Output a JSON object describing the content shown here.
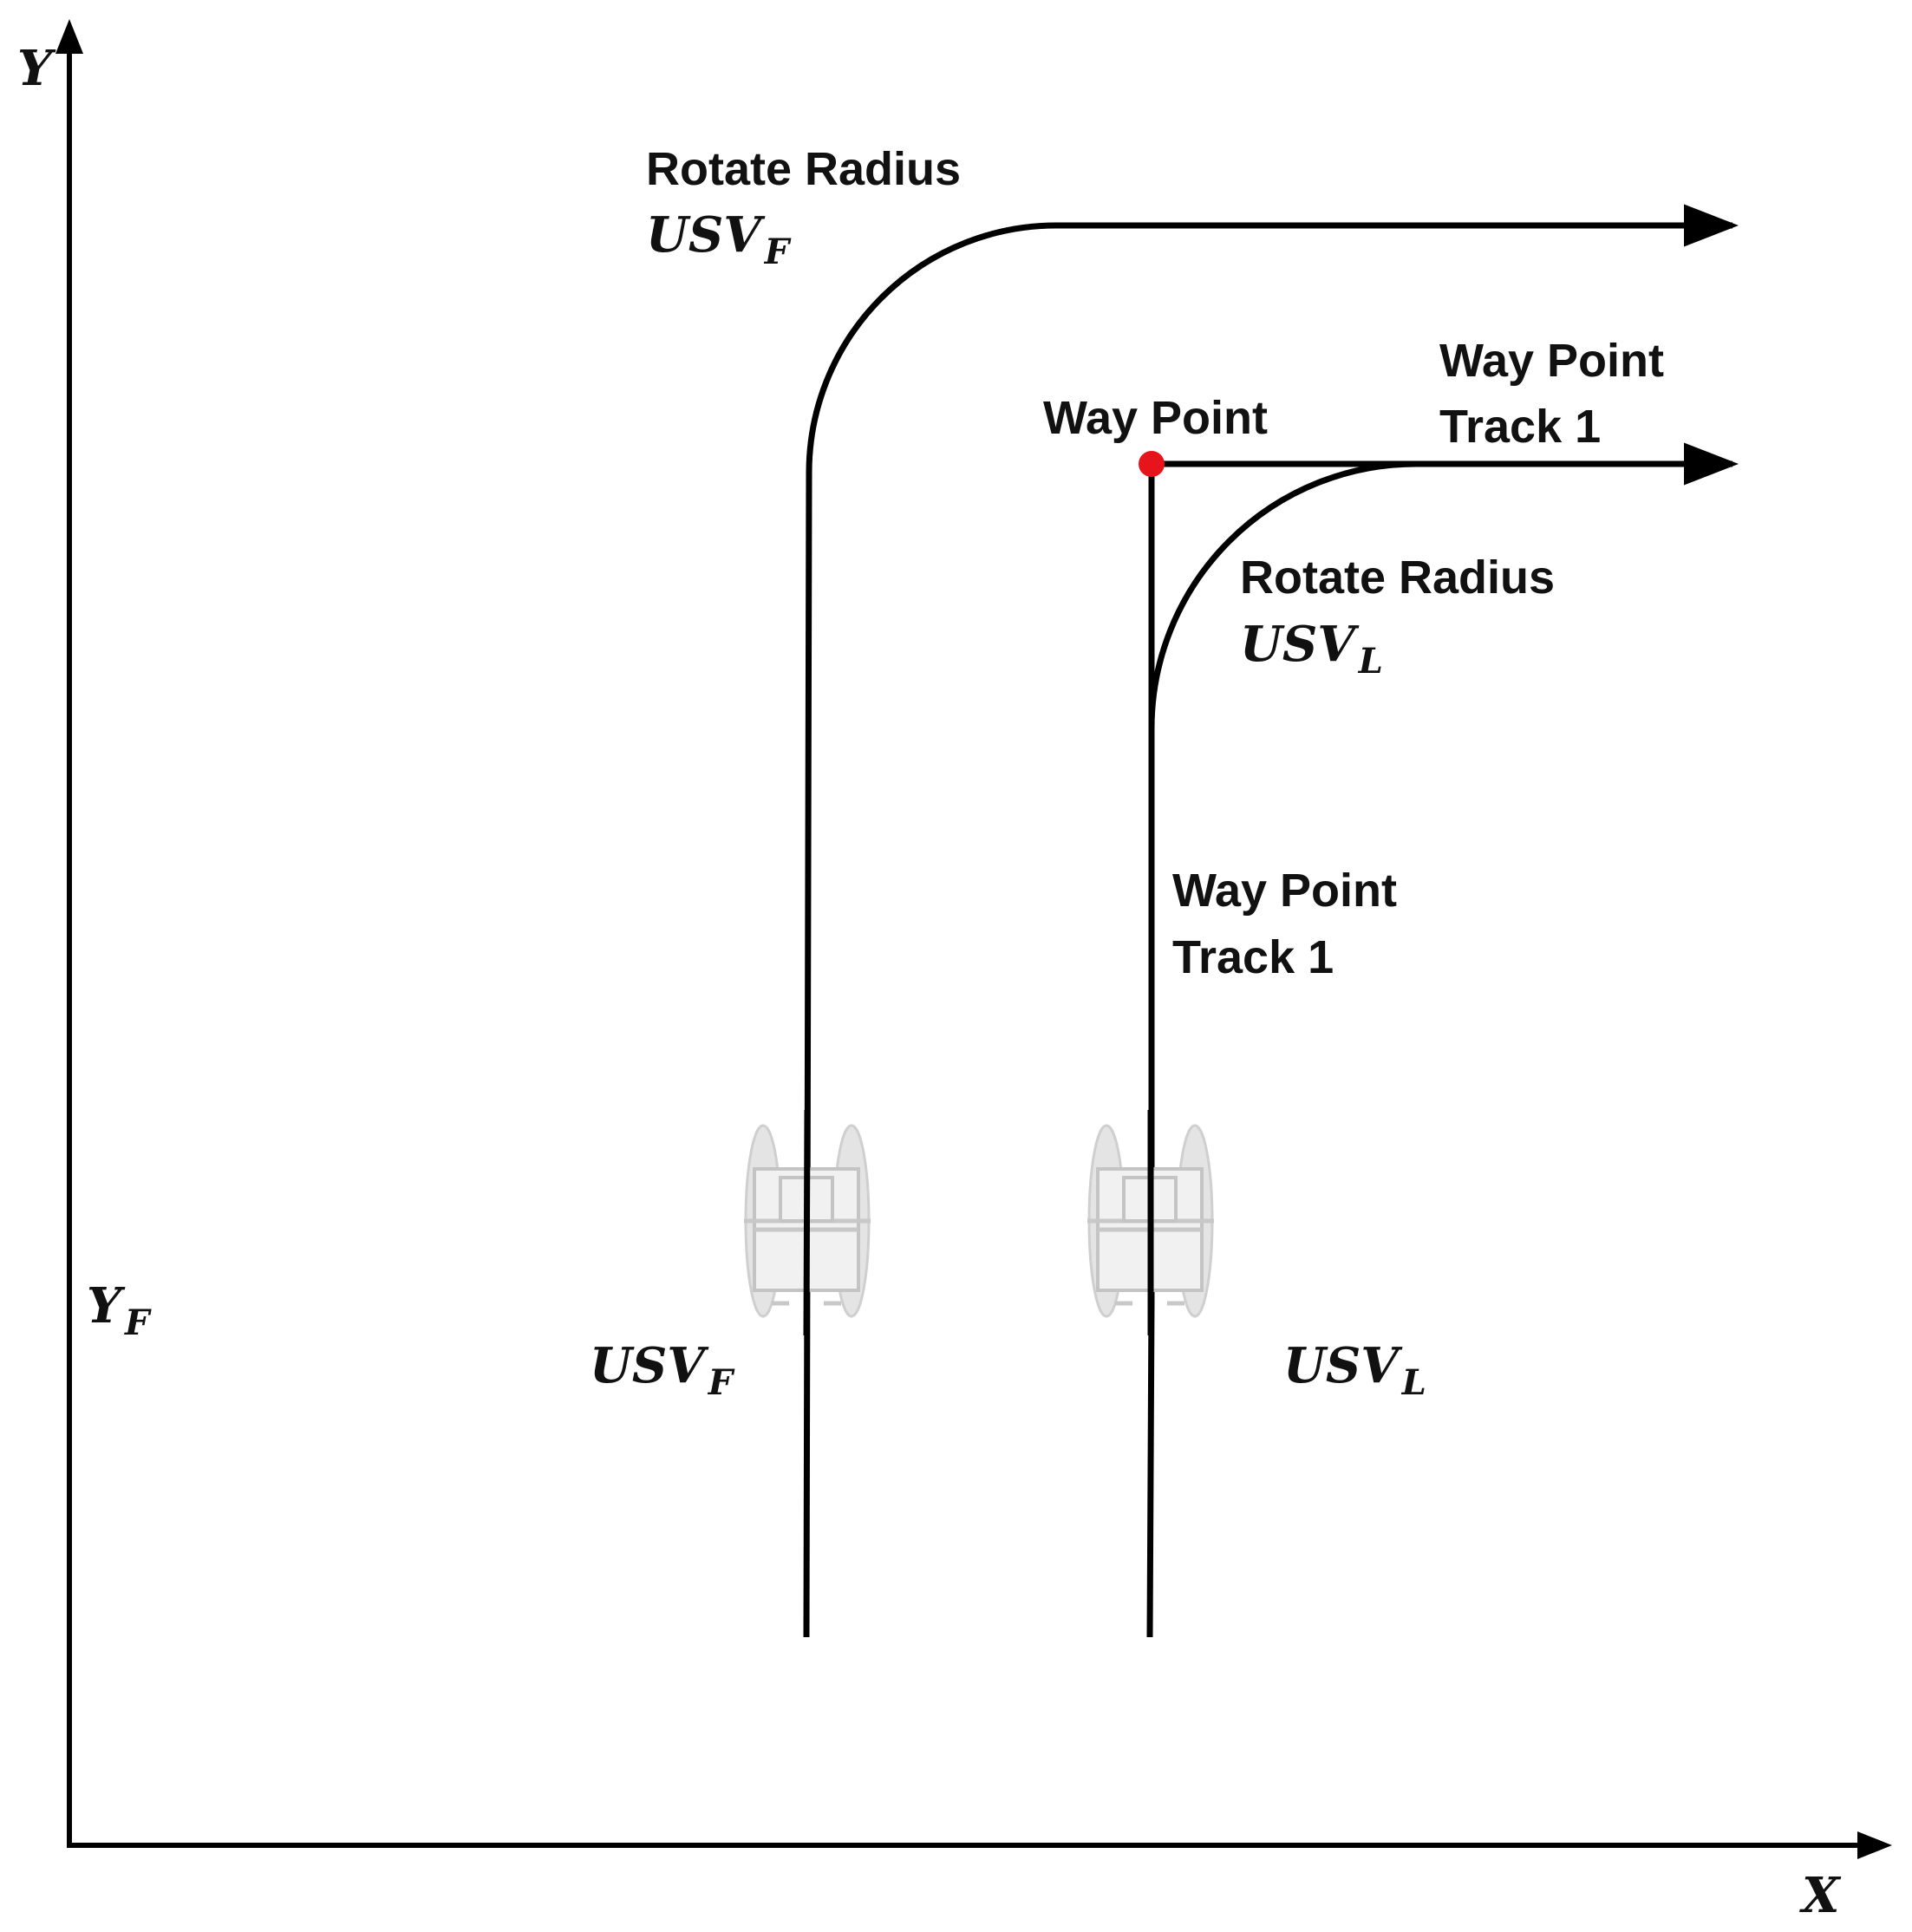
{
  "axes": {
    "x_label": "X",
    "y_label": "Y",
    "yf_label": {
      "main": "Y",
      "sub": "F"
    }
  },
  "labels": {
    "rotate_radius_follower": {
      "line1": "Rotate Radius",
      "math_main": "USV",
      "math_sub": "F"
    },
    "rotate_radius_leader": {
      "line1": "Rotate Radius",
      "math_main": "USV",
      "math_sub": "L"
    },
    "way_point": "Way Point",
    "way_point_track_top": {
      "line1": "Way Point",
      "line2": "Track 1"
    },
    "way_point_track_mid": {
      "line1": "Way Point",
      "line2": "Track 1"
    },
    "usv_follower": {
      "main": "USV",
      "sub": "F"
    },
    "usv_leader": {
      "main": "USV",
      "sub": "L"
    }
  },
  "colors": {
    "line": "#000000",
    "waypoint_marker": "#e8141b",
    "boat": "#d9d9d9"
  }
}
